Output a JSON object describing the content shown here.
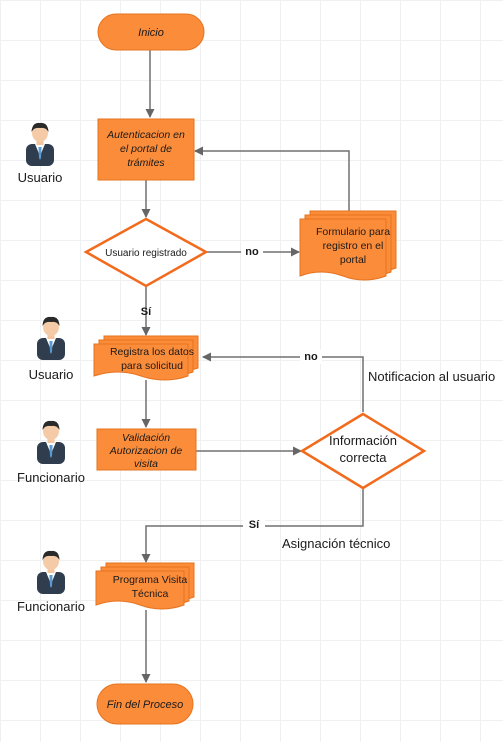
{
  "nodes": {
    "inicio": "Inicio",
    "autenticacion": [
      "Autenticacion en",
      "el portal de",
      "trámites"
    ],
    "usuario_registrado": "Usuario registrado",
    "formulario": [
      "Formulario para",
      "registro en el",
      "portal"
    ],
    "registra_datos": [
      "Registra los datos",
      "para solicitud"
    ],
    "validacion": [
      "Validación",
      "Autorizacion de",
      "visita"
    ],
    "informacion_correcta": [
      "Información",
      "correcta"
    ],
    "programa_visita": [
      "Programa Visita",
      "Técnica"
    ],
    "fin": "Fin del Proceso"
  },
  "edge_labels": {
    "no_1": "no",
    "si_1": "Sí",
    "no_2": "no",
    "si_2": "Sí",
    "notificacion": "Notificacion al usuario",
    "asignacion": "Asignación técnico"
  },
  "actors": {
    "a1": "Usuario",
    "a2": "Usuario",
    "a3": "Funcionario",
    "a4": "Funcionario"
  },
  "colors": {
    "orange_fill": "#fb8c3a",
    "orange_stroke": "#e6731f",
    "diamond_stroke": "#f26a1b",
    "line": "#707070",
    "shirt": "#5b9bd5",
    "suit": "#2f3d4f"
  }
}
